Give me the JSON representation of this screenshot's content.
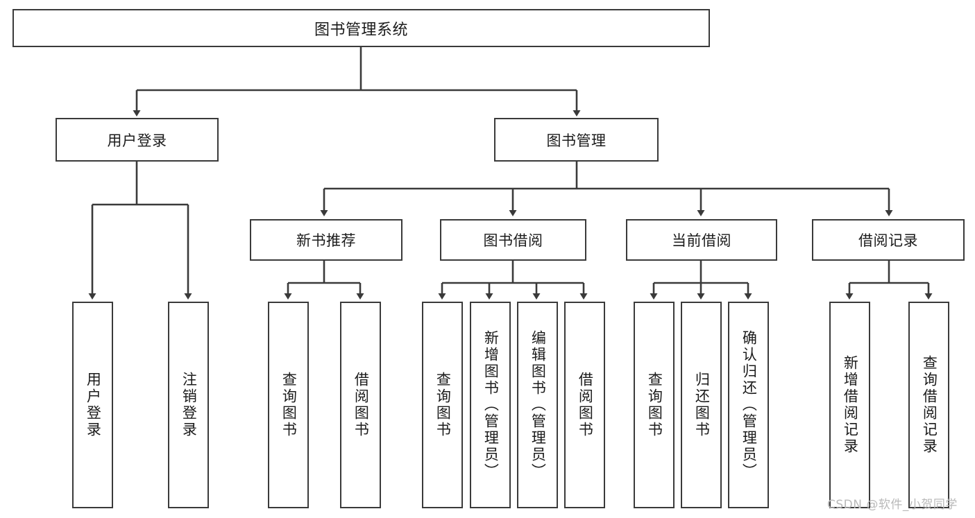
{
  "diagram": {
    "title": "图书管理系统",
    "type": "tree-hierarchy",
    "root": {
      "id": "root",
      "label": "图书管理系统"
    },
    "level1": [
      {
        "id": "user-login",
        "label": "用户登录"
      },
      {
        "id": "book-manage",
        "label": "图书管理"
      }
    ],
    "level2": [
      {
        "id": "new-book-rec",
        "label": "新书推荐",
        "parent": "book-manage"
      },
      {
        "id": "book-borrow",
        "label": "图书借阅",
        "parent": "book-manage"
      },
      {
        "id": "current-borrow",
        "label": "当前借阅",
        "parent": "book-manage"
      },
      {
        "id": "borrow-record",
        "label": "借阅记录",
        "parent": "book-manage"
      }
    ],
    "leaves": [
      {
        "id": "leaf-user-login",
        "label": "用户登录",
        "parent": "user-login"
      },
      {
        "id": "leaf-logout",
        "label": "注销登录",
        "parent": "user-login"
      },
      {
        "id": "leaf-query-book-1",
        "label": "查询图书",
        "parent": "new-book-rec"
      },
      {
        "id": "leaf-borrow-book-1",
        "label": "借阅图书",
        "parent": "new-book-rec"
      },
      {
        "id": "leaf-query-book-2",
        "label": "查询图书",
        "parent": "book-borrow"
      },
      {
        "id": "leaf-add-book",
        "label": "新增图书（管理员）",
        "parent": "book-borrow"
      },
      {
        "id": "leaf-edit-book",
        "label": "编辑图书（管理员）",
        "parent": "book-borrow"
      },
      {
        "id": "leaf-borrow-book-2",
        "label": "借阅图书",
        "parent": "book-borrow"
      },
      {
        "id": "leaf-query-book-3",
        "label": "查询图书",
        "parent": "current-borrow"
      },
      {
        "id": "leaf-return-book",
        "label": "归还图书",
        "parent": "current-borrow"
      },
      {
        "id": "leaf-confirm-return",
        "label": "确认归还（管理员）",
        "parent": "current-borrow"
      },
      {
        "id": "leaf-add-record",
        "label": "新增借阅记录",
        "parent": "borrow-record"
      },
      {
        "id": "leaf-query-record",
        "label": "查询借阅记录",
        "parent": "borrow-record"
      }
    ]
  },
  "watermark": {
    "text": "CSDN @软件_小贺同学"
  },
  "colors": {
    "stroke": "#3a3a3a",
    "fill": "#ffffff",
    "text": "#1b1b1b",
    "watermark": "#b9b9b9"
  }
}
